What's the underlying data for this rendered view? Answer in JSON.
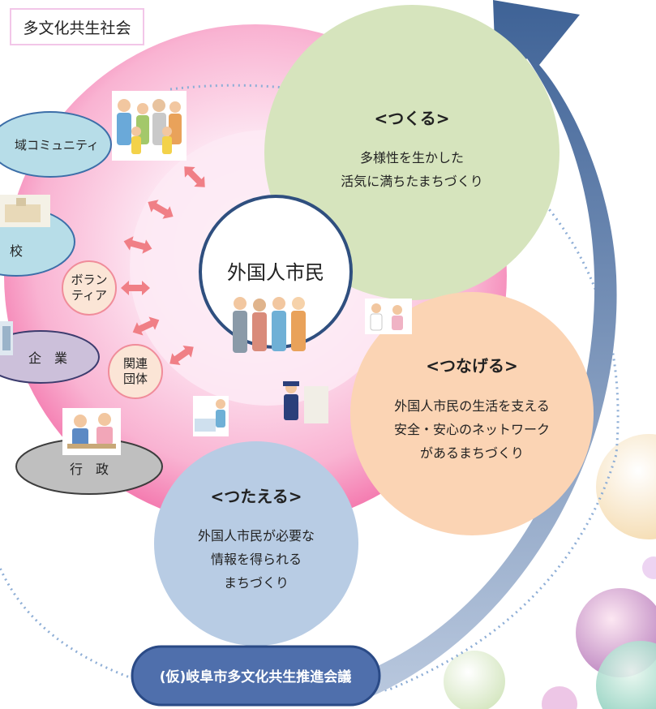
{
  "title": "多文化共生社会",
  "center": {
    "label": "外国人市民"
  },
  "goals": [
    {
      "id": "tsukuru",
      "heading": "<つくる>",
      "body": "多様性を生かした\n活気に満ちたまちづくり",
      "color": "#d6e4bd"
    },
    {
      "id": "tsunageru",
      "heading": "<つなげる>",
      "body": "外国人市民の生活を支える\n安全・安心のネットワーク\nがあるまちづくり",
      "color": "#fbd4b4"
    },
    {
      "id": "tsutaeru",
      "heading": "<つたえる>",
      "body": "外国人市民が必要な\n情報を得られる\nまちづくり",
      "color": "#b8cce4"
    }
  ],
  "actors": {
    "community": "域コミュニティ",
    "school": "校",
    "volunteer": "ボラン\nティア",
    "business": "企　業",
    "related": "関連\n団体",
    "government": "行　政"
  },
  "council": "(仮)岐阜市多文化共生推進会議",
  "colors": {
    "ring_outer": "#f79bc6",
    "ring_inner": "#fde2f0",
    "arrow": "#f07f86",
    "council": "#4f6fac",
    "sweep_arrow": "#3e6296",
    "dotted": "#8eaed6"
  }
}
